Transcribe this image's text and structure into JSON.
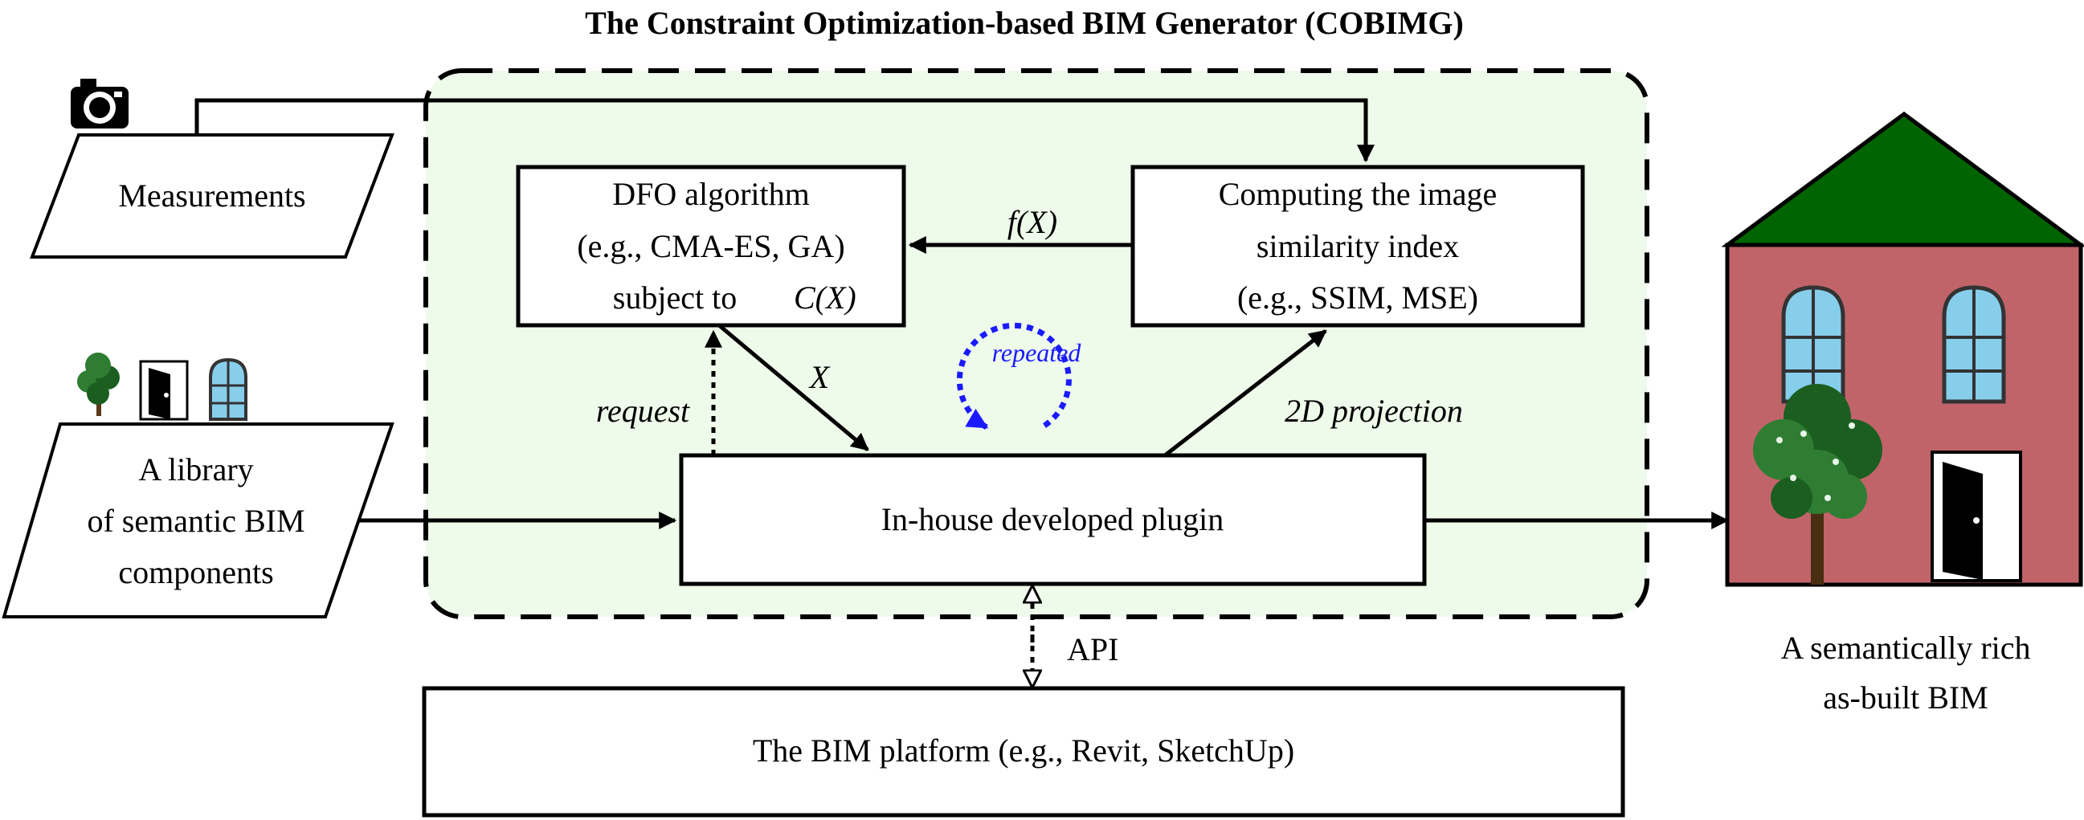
{
  "title": "The Constraint Optimization-based BIM Generator (COBIMG)",
  "measurements": {
    "label": "Measurements",
    "icon": "camera-icon"
  },
  "library": {
    "lines": [
      "A library",
      "of semantic BIM",
      "components"
    ],
    "icons": [
      "tree-icon",
      "door-icon",
      "window-icon"
    ]
  },
  "dfo": {
    "lines": [
      "DFO algorithm",
      "(e.g., CMA-ES, GA)",
      "subject to"
    ],
    "constraint": "C(X)"
  },
  "similarity": {
    "lines": [
      "Computing the image",
      "similarity index",
      "(e.g., SSIM, MSE)"
    ]
  },
  "plugin": {
    "label": "In-house developed plugin"
  },
  "platform": {
    "label": "The BIM platform (e.g., Revit, SketchUp)"
  },
  "edges": {
    "fx": "f(X)",
    "x": "X",
    "request": "request",
    "projection": "2D projection",
    "repeated": "repeated",
    "api": "API"
  },
  "output": {
    "lines": [
      "A semantically rich",
      "as-built BIM"
    ],
    "icon": "house-icon"
  },
  "colors": {
    "region_fill": "#eefaea",
    "roof": "#006400",
    "wall": "#c0646a",
    "window_glass": "#87ceeb",
    "loop": "#1a1aff"
  }
}
